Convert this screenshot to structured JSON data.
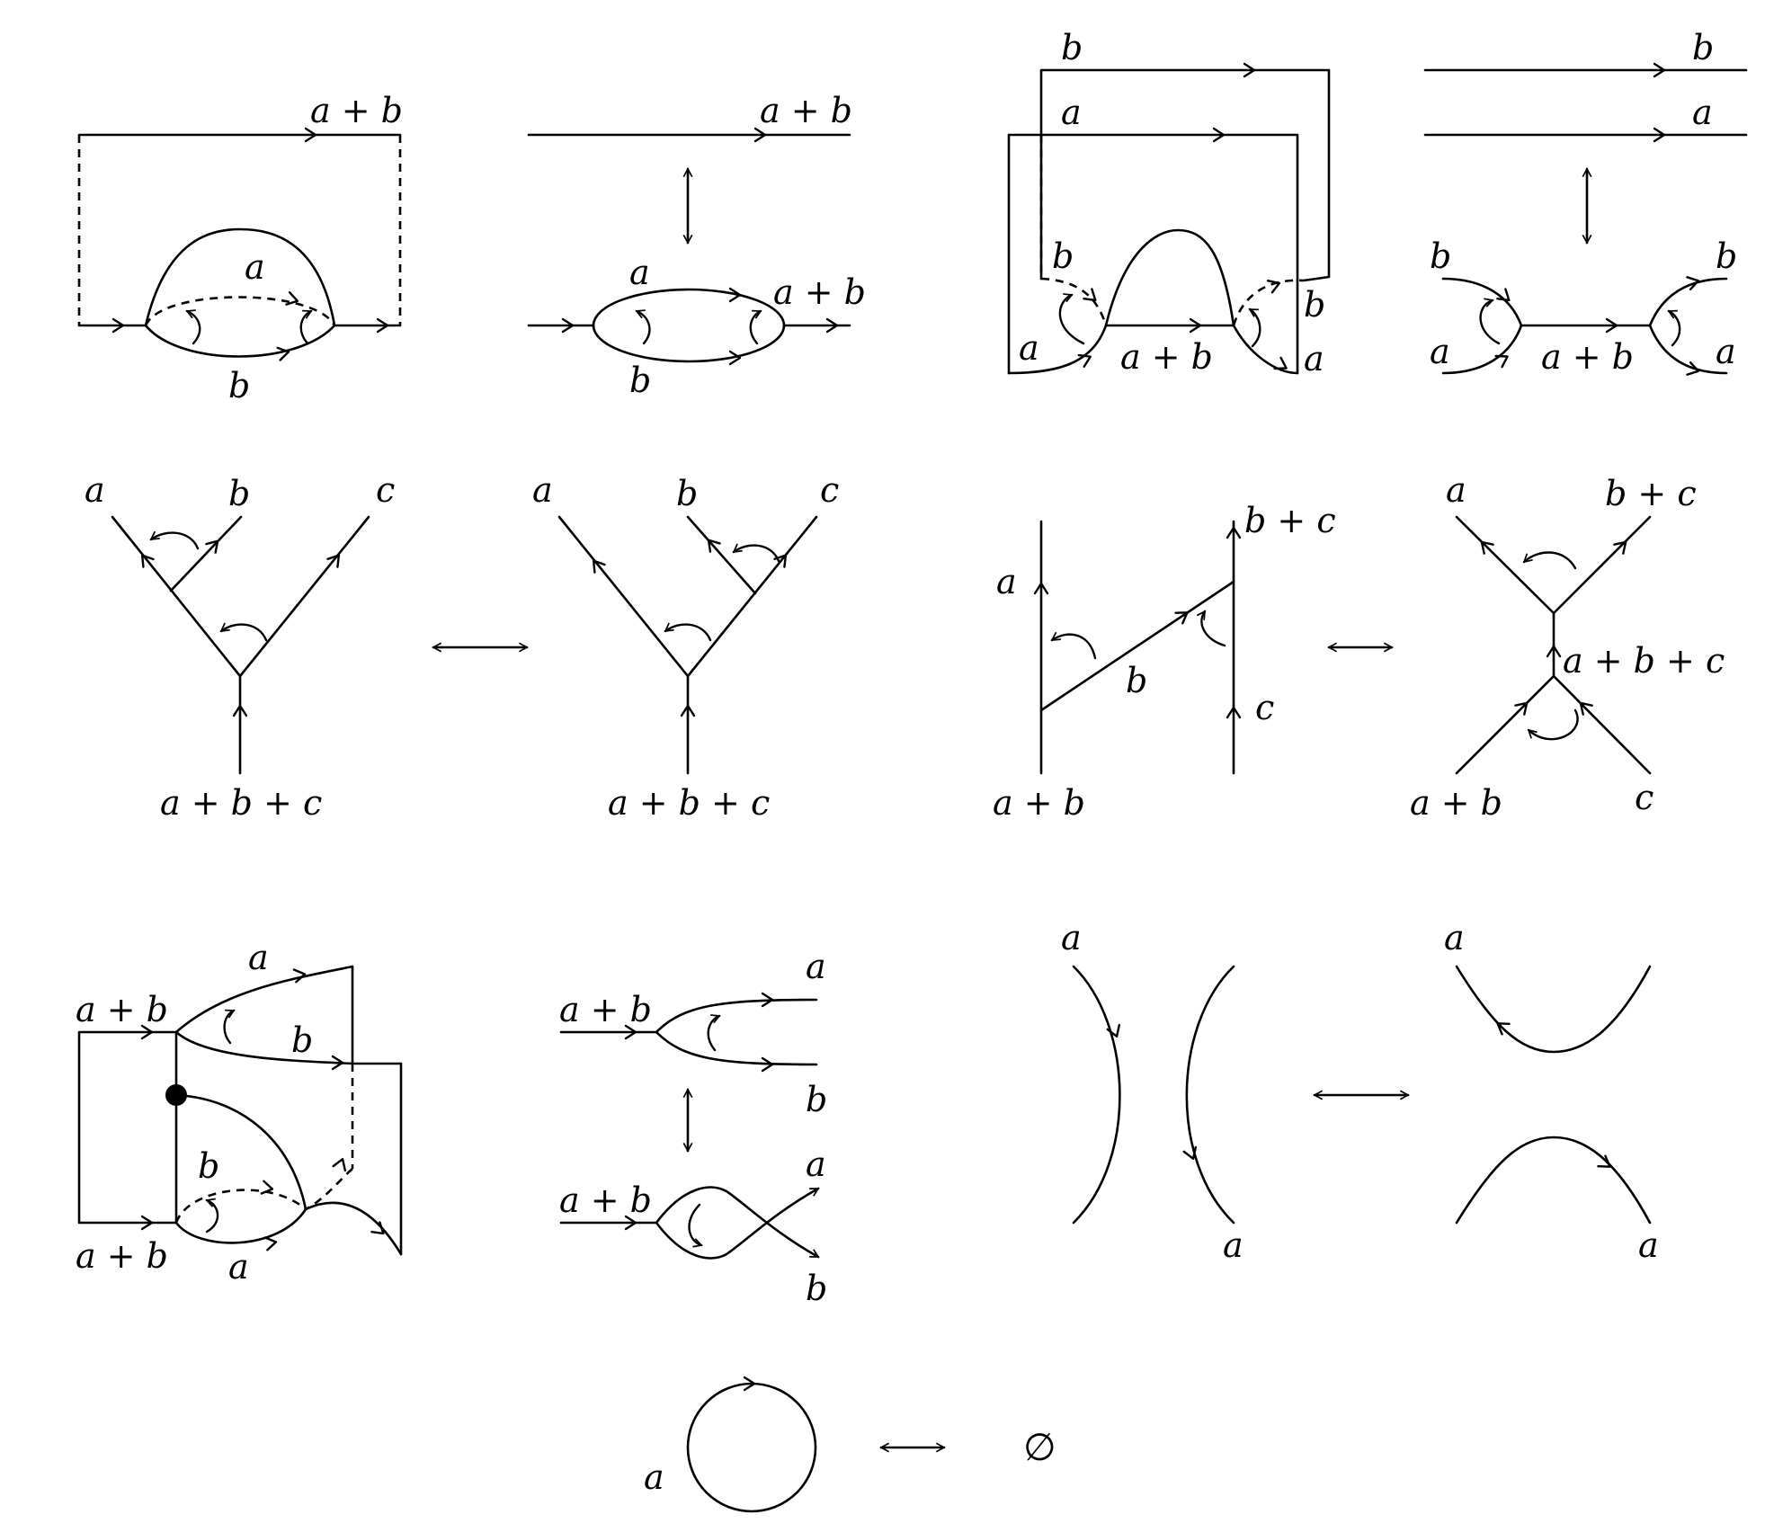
{
  "labels": {
    "a": "a",
    "b": "b",
    "c": "c",
    "ab": "a + b",
    "bc": "b + c",
    "abc": "a + b + c"
  },
  "empty_set": "∅"
}
